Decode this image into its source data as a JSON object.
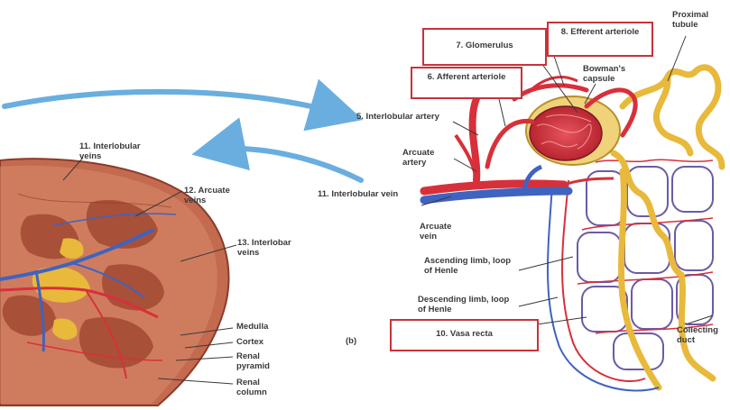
{
  "labels": {
    "interlobular_veins": "11. Interlobular veins",
    "arcuate_veins": "12. Arcuate veins",
    "interlobar_veins": "13. Interlobar veins",
    "medulla": "Medulla",
    "cortex": "Cortex",
    "renal_pyramid": "Renal pyramid",
    "renal_column": "Renal column",
    "interlobular_artery": "5. Interlobular artery",
    "arcuate_artery": "Arcuate artery",
    "interlobular_vein": "11. Interlobular vein",
    "arcuate_vein": "Arcuate vein",
    "ascending_limb": "Ascending limb, loop of Henle",
    "descending_limb": "Descending limb, loop of Henle",
    "vasa_recta": "10. Vasa recta",
    "part_letter": "(b)",
    "afferent_arteriole": "6. Afferent arteriole",
    "glomerulus": "7. Glomerulus",
    "efferent_arteriole": "8. Efferent arteriole",
    "bowmans_capsule": "Bowman's capsule",
    "proximal_tubule": "Proximal tubule",
    "collecting_duct": "Collecting duct"
  },
  "colors": {
    "artery": "#d8303a",
    "vein": "#3f63c0",
    "tubule": "#e8b93a",
    "tissue": "#b8573f",
    "label_box": "#c8323a",
    "flow_arrow": "#6aaee0"
  }
}
